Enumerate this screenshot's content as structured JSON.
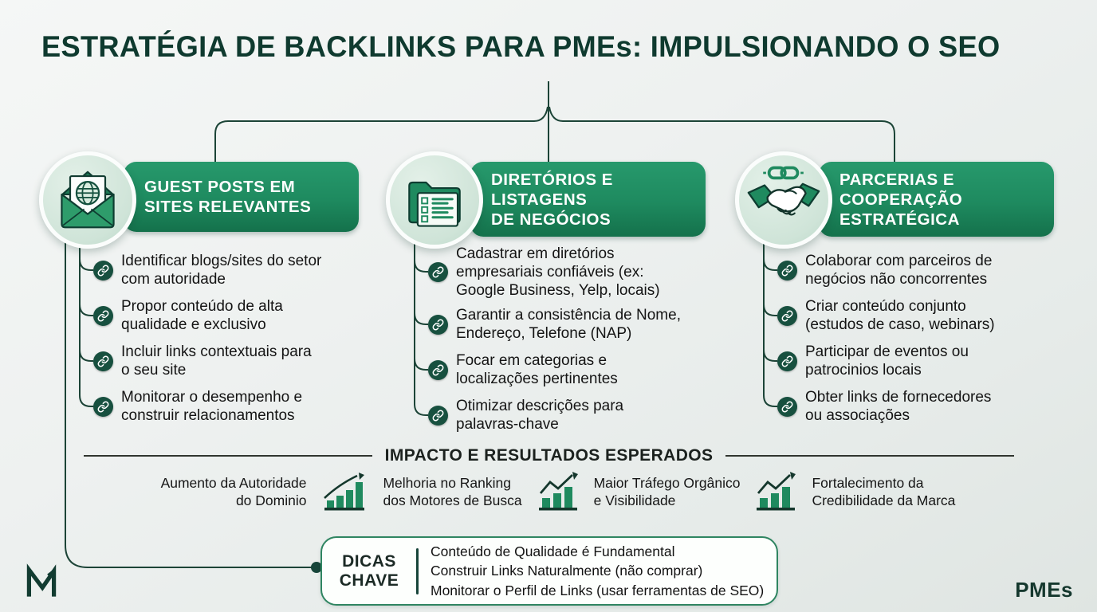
{
  "title": "ESTRATÉGIA DE BACKLINKS PARA PMEs: IMPULSIONANDO O SEO",
  "columns": [
    {
      "icon": "envelope-globe-icon",
      "header": "GUEST POSTS EM\nSITES RELEVANTES",
      "items": [
        "Identificar blogs/sites do setor\ncom autoridade",
        "Propor conteúdo de alta\nqualidade e exclusivo",
        "Incluir links contextuais para\no seu site",
        "Monitorar o desempenho e\nconstruir relacionamentos"
      ]
    },
    {
      "icon": "folder-checklist-icon",
      "header": "DIRETÓRIOS E\nLISTAGENS\nDE NEGÓCIOS",
      "items": [
        "Cadastrar em diretórios\nempresariais confiáveis (ex:\nGoogle Business, Yelp, locais)",
        "Garantir a consistência de Nome,\nEndereço, Telefone (NAP)",
        "Focar em categorias e\nlocalizações pertinentes",
        "Otimizar descrições para\npalavras-chave"
      ]
    },
    {
      "icon": "handshake-icon",
      "header": "PARCERIAS E\nCOOPERAÇÃO\nESTRATÉGICA",
      "items": [
        "Colaborar com parceiros de\nnegócios não concorrentes",
        "Criar conteúdo conjunto\n(estudos de caso, webinars)",
        "Participar de eventos ou\npatrocinios locais",
        "Obter links de fornecedores\nou associações"
      ]
    }
  ],
  "impact": {
    "heading": "IMPACTO E RESULTADOS ESPERADOS",
    "results": [
      "Aumento da Autoridade\ndo Dominio",
      "Melhoria no Ranking\ndos Motores de Busca",
      "Maior Tráfego Orgânico\ne Visibilidade",
      "Fortalecimento da\nCredibilidade da Marca"
    ],
    "result_icon": "growth-chart-icon"
  },
  "tips": {
    "label": "DICAS\nCHAVE",
    "lines": "Conteúdo de Qualidade é Fundamental\nConstruir Links Naturalmente (não comprar)\nMonitorar o Perfil de Links (usar ferramentas de SEO)"
  },
  "footer": {
    "brand": "PMEs",
    "logo": "m-monogram-logo"
  },
  "bullet_icon": "chain-link-icon",
  "colors": {
    "header_green": "#1e8a5f",
    "dark_green": "#0f3a2f",
    "line_green": "#1c4437",
    "dot_green": "#17503f",
    "bar_green": "#1f8a5f",
    "background": "#eef1f0"
  }
}
